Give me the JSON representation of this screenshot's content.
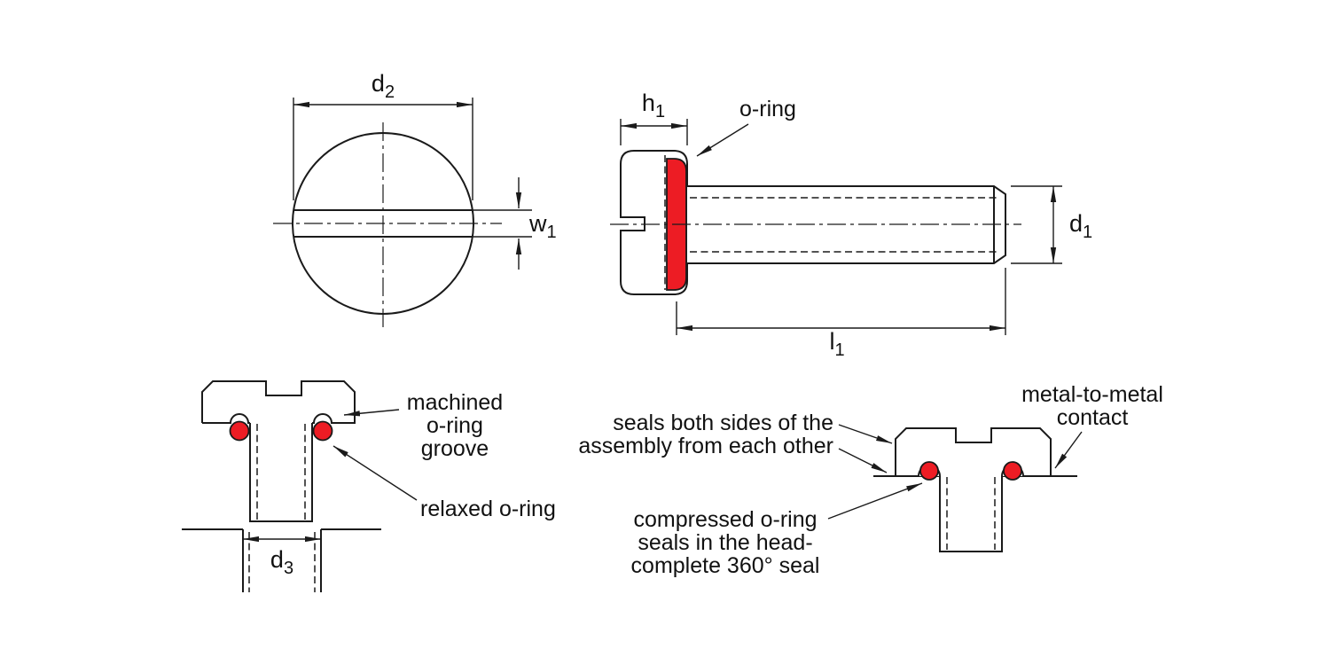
{
  "colors": {
    "oring": "#ed1c24",
    "line": "#1a1a1a",
    "background": "#ffffff"
  },
  "dimensions": {
    "d2": {
      "base": "d",
      "sub": "2"
    },
    "w1": {
      "base": "w",
      "sub": "1"
    },
    "h1": {
      "base": "h",
      "sub": "1"
    },
    "d1": {
      "base": "d",
      "sub": "1"
    },
    "l1": {
      "base": "l",
      "sub": "1"
    },
    "d3": {
      "base": "d",
      "sub": "3"
    }
  },
  "annotations": {
    "oring_label": "o-ring",
    "machined_groove": [
      "machined",
      "o-ring",
      "groove"
    ],
    "relaxed_oring": "relaxed o-ring",
    "seals_both_sides": [
      "seals both sides of the",
      "assembly from each other"
    ],
    "metal_contact": [
      "metal-to-metal",
      "contact"
    ],
    "compressed_oring": [
      "compressed o-ring",
      "seals in the head-",
      "complete 360° seal"
    ]
  }
}
